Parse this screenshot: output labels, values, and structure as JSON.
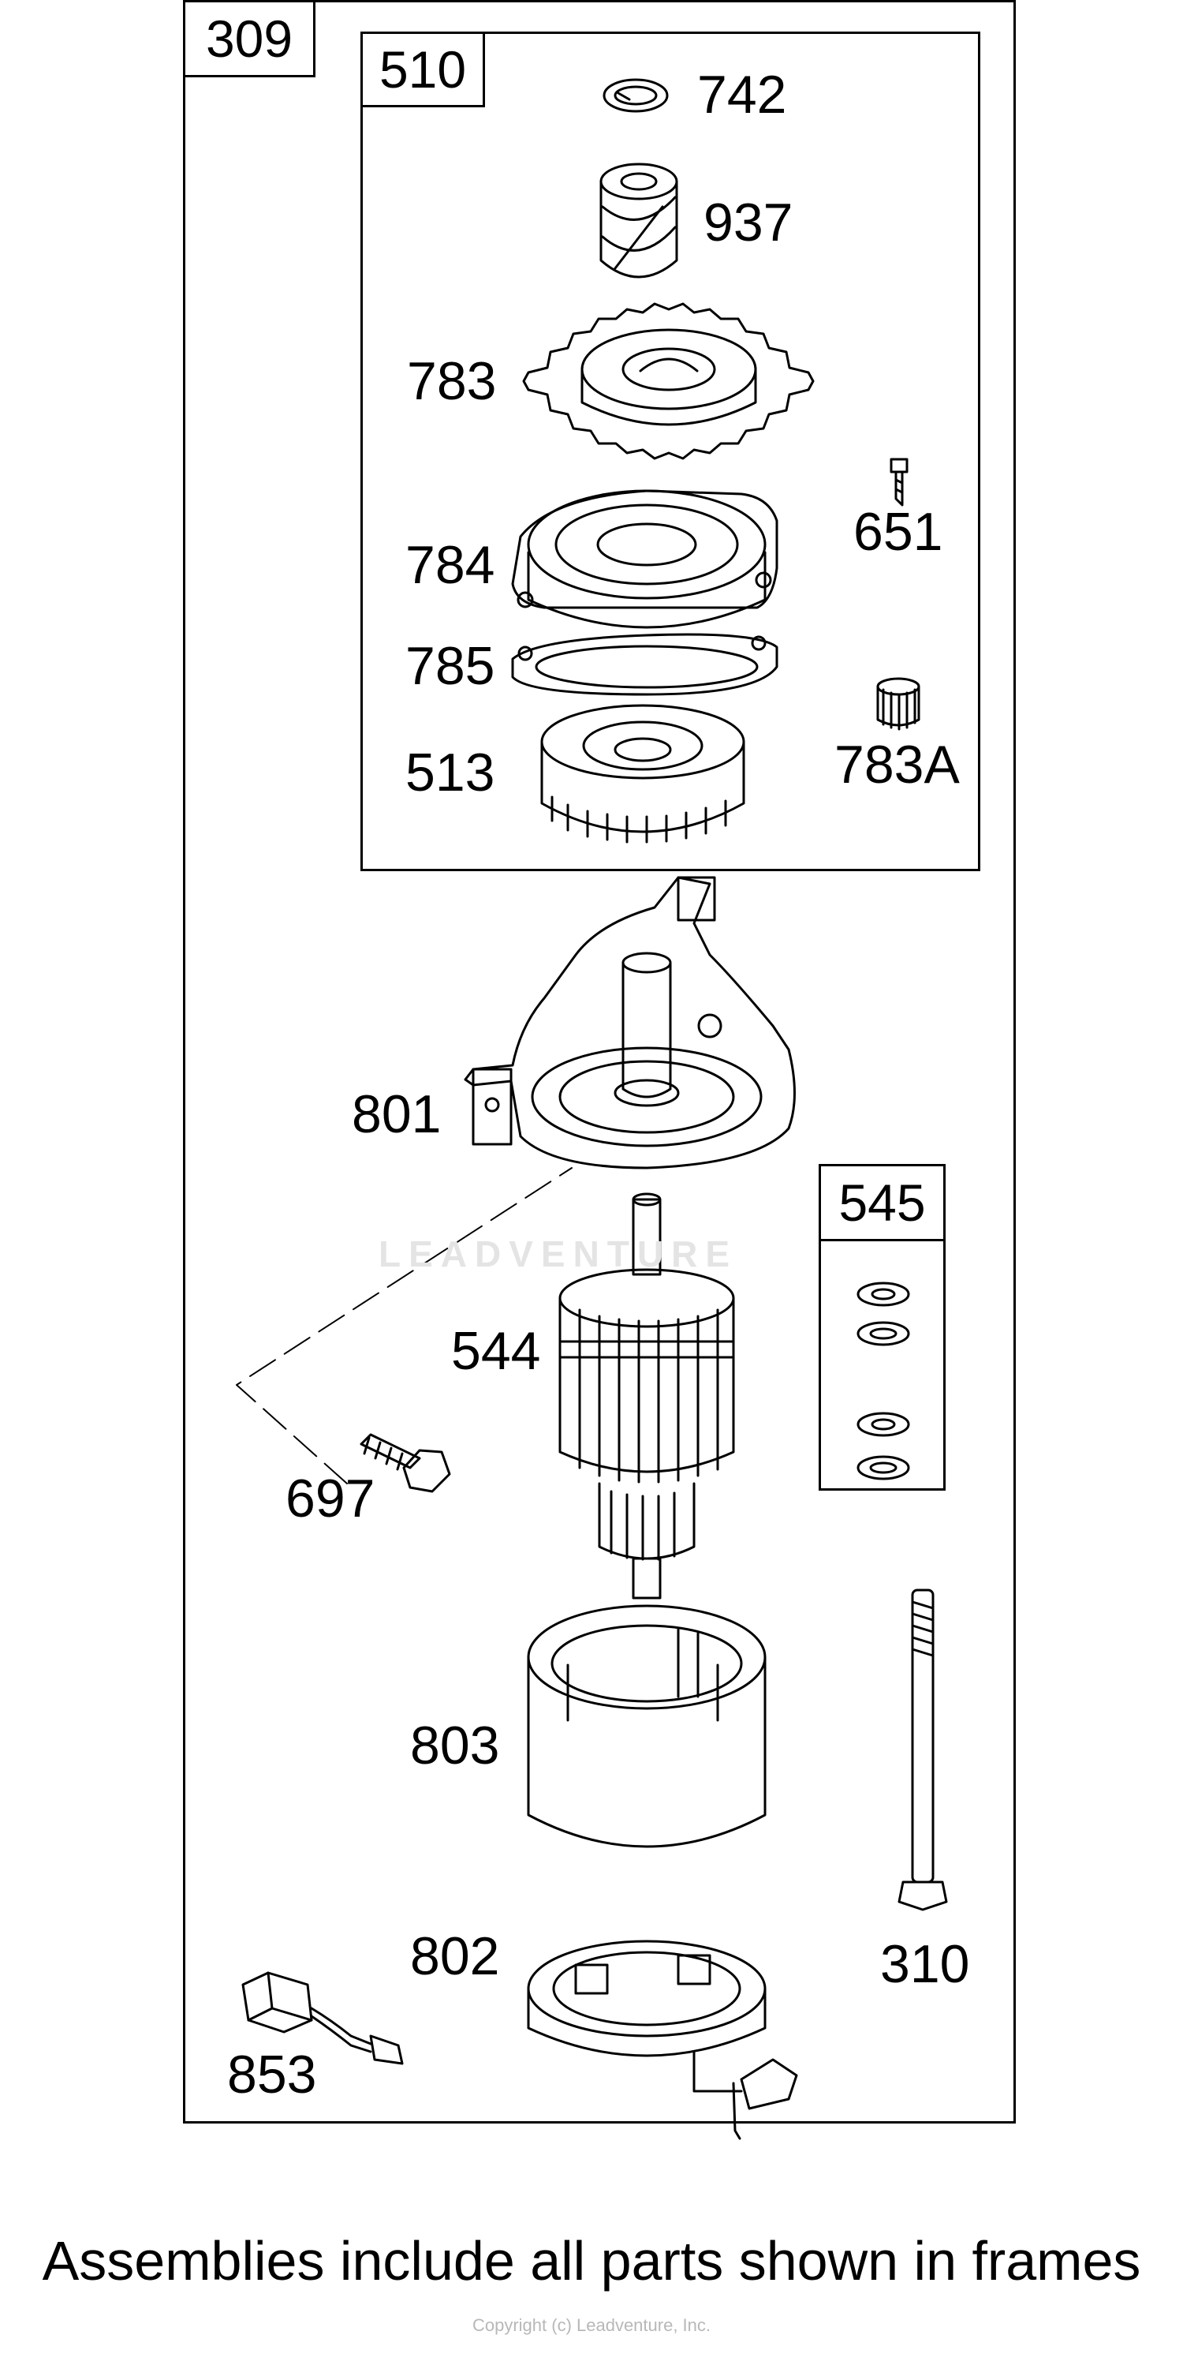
{
  "frames": {
    "outer_tag": "309",
    "inner_tag": "510",
    "washer_kit_tag": "545"
  },
  "parts": {
    "p742": "742",
    "p937": "937",
    "p783": "783",
    "p651": "651",
    "p784": "784",
    "p785": "785",
    "p513": "513",
    "p783A": "783A",
    "p801": "801",
    "p544": "544",
    "p697": "697",
    "p803": "803",
    "p802": "802",
    "p310": "310",
    "p853": "853"
  },
  "watermark": "LEADVENTURE",
  "caption": "Assemblies include all parts shown in frames",
  "footer": "Copyright (c) Leadventure, Inc."
}
